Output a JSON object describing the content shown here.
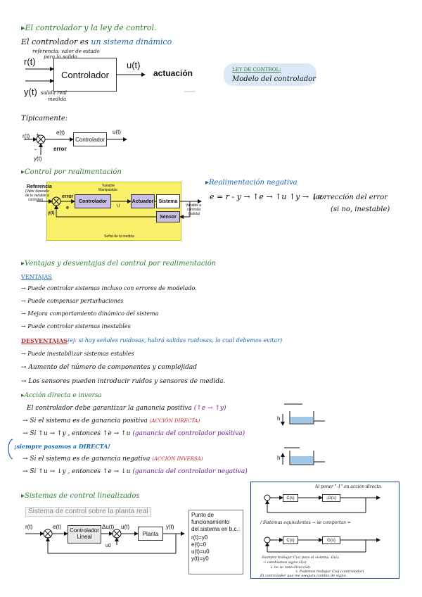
{
  "sec1": {
    "title": "▸El controlador y la ley de control.",
    "intro_a": "El controlador es ",
    "intro_b": "un sistema dinámico",
    "ref_note_a": "referencia: valor de estado",
    "ref_note_b": "para la salida",
    "r_label": "r(t)",
    "y_label": "y(t)",
    "y_note_a": "salida real",
    "y_note_b": "medida",
    "controller_box": "Controlador",
    "u_label": "u(t)",
    "action_label": "actuación",
    "law_title": "LEY DE CONTROL:",
    "law_text": "Modelo del controlador"
  },
  "sec2": {
    "title": "Típicamente:",
    "r_label": "r(t)",
    "plus": "+",
    "minus": "-",
    "e_label": "e(t)",
    "error_label": "error",
    "controller_box": "Controlador",
    "u_label": "u(t)",
    "y_label": "y(t)"
  },
  "sec3": {
    "title": "▸Control por realimentación",
    "ref_a": "Referencia",
    "ref_b": "(Valor deseado",
    "ref_c": "de la variable a",
    "ref_d": "controlar)",
    "var_manip_a": "Variable",
    "var_manip_b": "Manipulable",
    "error_label": "error",
    "e_label": "e",
    "controller_box": "Controlador",
    "u_label": "U",
    "actuator_box": "Actuador",
    "system_box": "Sistema",
    "sensor_box": "Sensor",
    "yt_label": "y(t)",
    "out_a": "Variable a",
    "out_b": "controlar",
    "out_c": "(salida)",
    "signal_label": "Señal de la medida",
    "neg_title": "▸Realimentación negativa",
    "eq_main": "e = r - y  →  ↑e → ↑u ↑y → ↓e",
    "eq_note_a": "(corrección del error",
    "eq_note_b": "(si no, inestable)"
  },
  "sec4": {
    "title": "▸Ventajas y desventajas del control por realimentación",
    "ventajas_label": "VENTAJAS",
    "ventajas": [
      "→ Puede controlar sistemas incluso con errores de modelado.",
      "→ Puede compensar perturbaciones",
      "→ Mejora comportamiento dinámico del sistema",
      "→ Puede controlar sistemas inestables"
    ],
    "desv_label": "DESVENTAJAS",
    "desv_note": "(ej: si hay señales ruidosas, habrá salidas ruidosas, lo cual debemos evitar)",
    "desventajas": [
      "→ Puede inestabilizar sistemas estables",
      "→ Aumento del número de componentes y complejidad",
      "→ Los sensores pueden introducir ruidos y sensores de medida."
    ]
  },
  "sec5": {
    "title": "▸Acción directa e inversa",
    "line1_a": "El controlador debe garantizar la ganancia positiva ",
    "line1_b": "(↑e → ↑y)",
    "line2_a": "→ Si el sistema es de ganancia positiva ",
    "line2_b": "(ACCIÓN DIRECTA)",
    "line3_a": "→ Si ↑u → ↑y , entonces ↑e → ↑u ",
    "line3_b": "(ganancia del controlador positiva)",
    "side_note": "¡siempre pasamos a DIRECTA!",
    "line4_a": "→ Si el sistema es de ganancia negativa ",
    "line4_b": "(ACCIÓN INVERSA)",
    "line5_a": "→ Si ↑u → ↓y , entonces ↑e → ↓u ",
    "line5_b": "(ganancia del controlador negativa)",
    "tank_h1": "h",
    "tank_h2": "h"
  },
  "sec6": {
    "title": "▸Sistemas de control linealizados",
    "subtitle": "Sistema de control sobre la planta real",
    "r_label": "r(t)",
    "e_label": "e(t)",
    "controller_a": "Controlador",
    "controller_b": "Lineal",
    "du_label": "Δu(t)",
    "u_label": "u(t)",
    "u0_label": "u0",
    "plant_box": "Planta",
    "y_label": "y(t)",
    "op_title_a": "Punto de",
    "op_title_b": "funcionamiento",
    "op_title_c": "del sistema en b.c.:",
    "op_lines": [
      "r(t)=y0",
      "e(t)=0",
      "u(t)=u0",
      "y(t)=y0"
    ],
    "note_top": "Al poner \"-1\" en acción directa",
    "note_c1": "C(s)",
    "note_g1": "-G(s)",
    "note_mid": "/ Sistemas equivalentes → se comportan =",
    "note_c2": "C(s)",
    "note_g2": "G(s)",
    "note_b1": "Siempre trabajar C(s) para el sistema -G(s).",
    "note_b2": "→ cambiamos signo G(s)",
    "note_b3": "↳ no se nota dirección",
    "note_b4": "↳ Podemos trabajar C(s) (controlador)",
    "note_b5": "El controlador que me asegura cambio de signo."
  }
}
